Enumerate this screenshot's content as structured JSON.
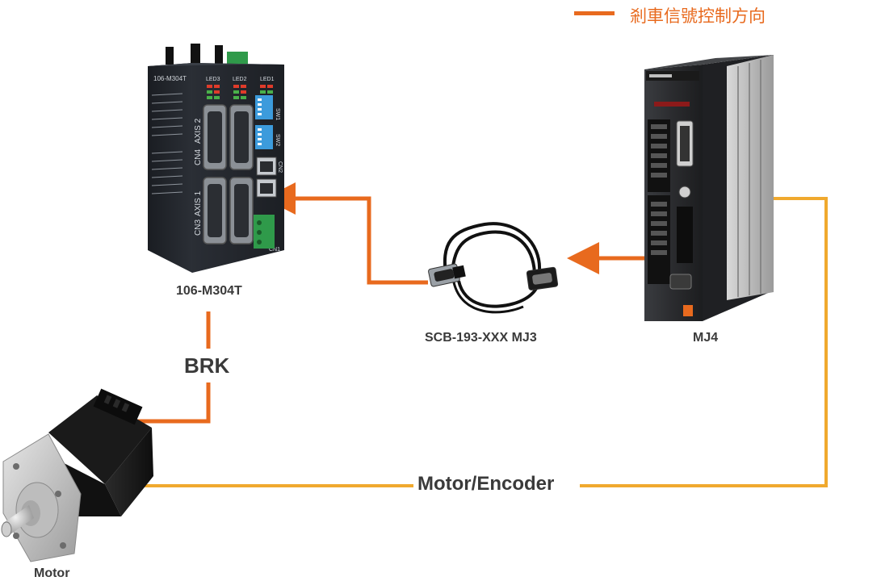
{
  "legend": {
    "label": "剎車信號控制方向",
    "color": "#e86a1e"
  },
  "devices": {
    "controller": {
      "label": "106-M304T",
      "model_text": "106-M304T",
      "leds": [
        "LED3",
        "LED2",
        "LED1"
      ],
      "axis_labels": [
        "AXIS 2",
        "AXIS 1"
      ],
      "connector_labels": [
        "CN4",
        "CN3",
        "CN2",
        "CN1"
      ],
      "switch_labels": [
        "SW1",
        "SW2"
      ]
    },
    "cable": {
      "label": "SCB-193-XXX MJ3"
    },
    "servo_drive": {
      "label": "MJ4"
    },
    "motor": {
      "label": "Motor"
    }
  },
  "connections": {
    "brake": {
      "label": "BRK",
      "color": "#e86a1e"
    },
    "power_encoder": {
      "label": "Motor/Encoder",
      "color": "#f0a92e"
    }
  }
}
